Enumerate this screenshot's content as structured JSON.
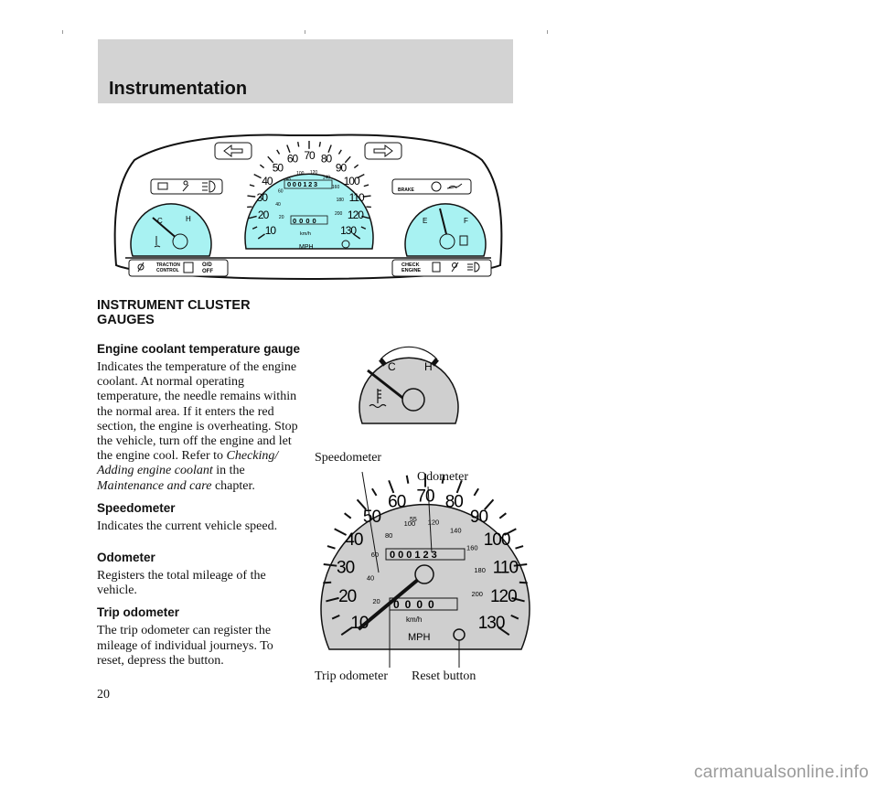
{
  "page": {
    "section_title": "Instrumentation",
    "page_number": "20",
    "watermark": "carmanualsonline.info"
  },
  "cluster": {
    "speed_marks": [
      "10",
      "20",
      "30",
      "40",
      "50",
      "60",
      "70",
      "80",
      "90",
      "100",
      "110",
      "120",
      "130"
    ],
    "kmh_marks": [
      "20",
      "40",
      "60",
      "80",
      "100",
      "120",
      "140",
      "160",
      "180",
      "200"
    ],
    "odometer_digits": [
      "0",
      "0",
      "0",
      "1",
      "2",
      "3"
    ],
    "trip_digits": [
      "0",
      "0",
      "0",
      "0"
    ],
    "unit_mph": "MPH",
    "unit_kmh": "km/h",
    "small_55": "55",
    "temp_c": "C",
    "temp_h": "H",
    "fuel_e": "E",
    "fuel_f": "F",
    "brake_label": "BRAKE",
    "traction_line1": "TRACTION",
    "traction_line2": "CONTROL",
    "od_line1": "O/D",
    "od_line2": "OFF",
    "check_line1": "CHECK",
    "check_line2": "ENGINE"
  },
  "content": {
    "heading_main": "INSTRUMENT CLUSTER\nGAUGES",
    "coolant": {
      "title": "Engine coolant temperature gauge",
      "p1": "Indicates the temperature of the engine coolant. At normal operating temperature, the needle remains within the normal area. If it enters the red section, the engine is overheating. Stop the vehicle, turn off the engine and let the engine cool. Refer to ",
      "ref1": "Checking/ Adding engine coolant",
      "p2": " in the ",
      "ref2": "Maintenance and care",
      "p3": " chapter."
    },
    "speedometer": {
      "title": "Speedometer",
      "text": "Indicates the current vehicle speed."
    },
    "odometer": {
      "title": "Odometer",
      "text": "Registers the total mileage of the vehicle."
    },
    "trip": {
      "title": "Trip odometer",
      "text": "The trip odometer can register the mileage of individual journeys. To reset, depress the button."
    }
  },
  "callouts": {
    "speedometer": "Speedometer",
    "odometer": "Odometer",
    "trip_odometer": "Trip odometer",
    "reset_button": "Reset button"
  },
  "colors": {
    "gauge_face": "#a8f2f2",
    "detail_face": "#cfcfcf",
    "header_band": "#d3d3d3"
  }
}
